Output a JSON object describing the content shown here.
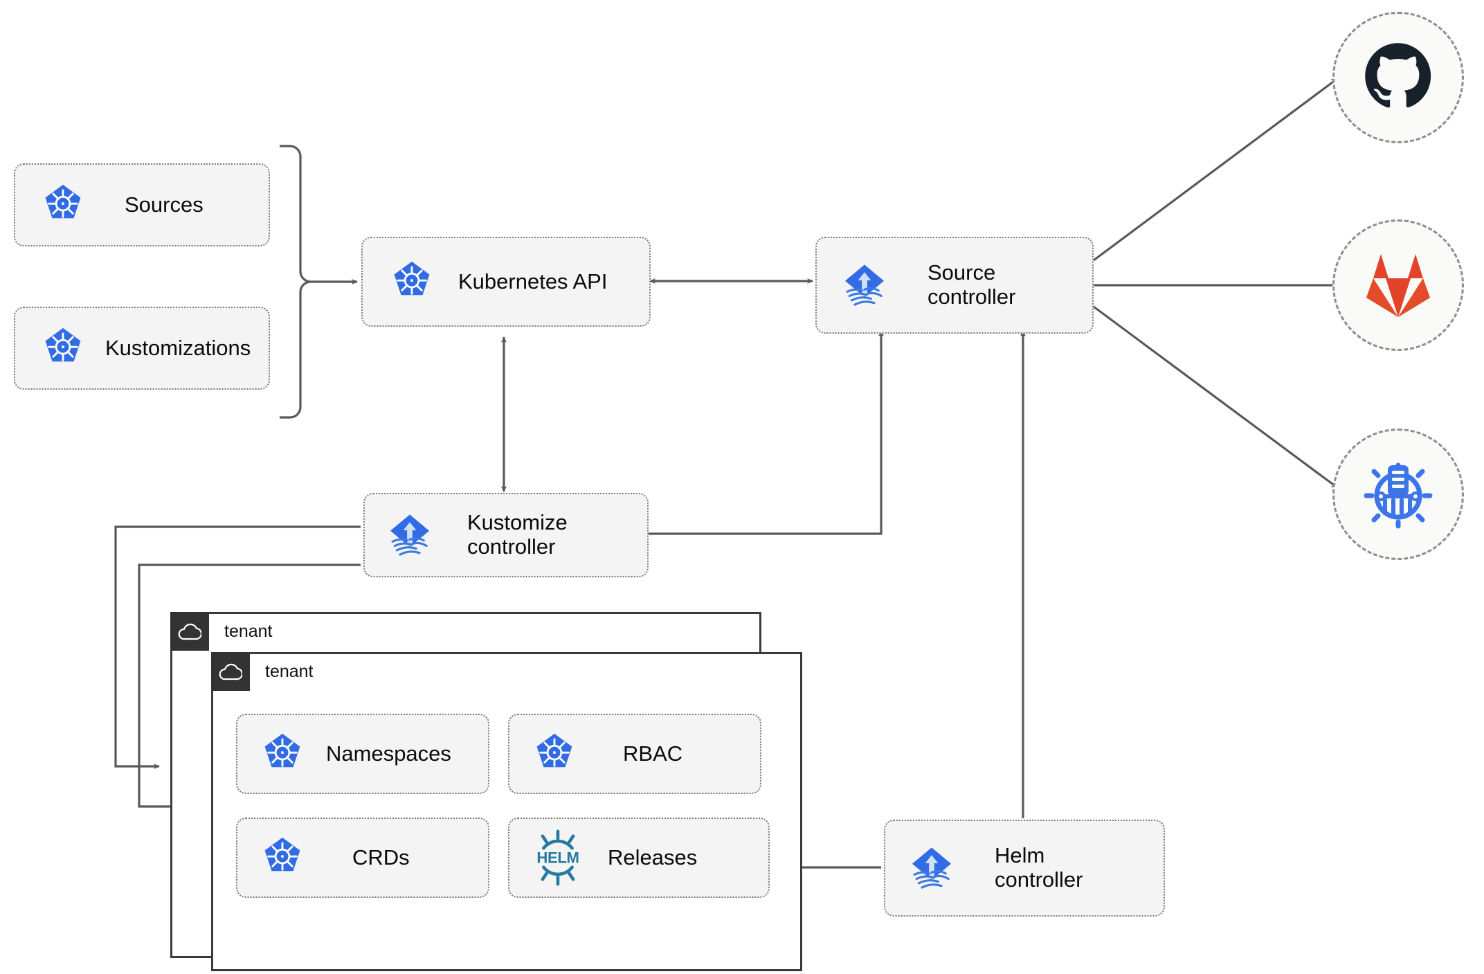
{
  "diagram": {
    "title": "Flux GitOps architecture",
    "colors": {
      "kubernetes_blue": "#326CE5",
      "flux_blue": "#326CE5",
      "helm_teal": "#277A9F",
      "github_navy": "#17212B",
      "gitlab_orange": "#E24329",
      "gitlab_light_orange": "#FCA326",
      "node_fill": "#F4F4F4",
      "node_border": "#7A7A7A",
      "edge": "#595959",
      "tenant_border": "#3B3B3B",
      "tenant_badge": "#333333"
    },
    "nodes": [
      {
        "id": "sources",
        "label": "Sources",
        "icon": "kubernetes-icon"
      },
      {
        "id": "kustomizations",
        "label": "Kustomizations",
        "icon": "kubernetes-icon"
      },
      {
        "id": "kubernetes-api",
        "label": "Kubernetes API",
        "icon": "kubernetes-icon"
      },
      {
        "id": "source-ctrl",
        "label": "Source\ncontroller",
        "icon": "flux-icon"
      },
      {
        "id": "kustomize-ctrl",
        "label": "Kustomize\ncontroller",
        "icon": "flux-icon"
      },
      {
        "id": "helm-ctrl",
        "label": "Helm\ncontroller",
        "icon": "flux-icon"
      },
      {
        "id": "namespaces",
        "label": "Namespaces",
        "icon": "kubernetes-icon"
      },
      {
        "id": "rbac",
        "label": "RBAC",
        "icon": "kubernetes-icon"
      },
      {
        "id": "crds",
        "label": "CRDs",
        "icon": "kubernetes-icon"
      },
      {
        "id": "releases",
        "label": "Releases",
        "icon": "helm-icon"
      }
    ],
    "providers": [
      {
        "id": "github",
        "icon": "github-icon",
        "name": "GitHub"
      },
      {
        "id": "gitlab",
        "icon": "gitlab-icon",
        "name": "GitLab"
      },
      {
        "id": "registry",
        "icon": "helm-repository-icon",
        "name": "Helm repository"
      }
    ],
    "tenants": [
      {
        "id": "tenant-outer",
        "label": "tenant",
        "icon": "cloud-icon"
      },
      {
        "id": "tenant-inner",
        "label": "tenant",
        "icon": "cloud-icon"
      }
    ],
    "edges": [
      {
        "from": "sources",
        "to": "kubernetes-api",
        "arrow": "end"
      },
      {
        "from": "kustomizations",
        "to": "kubernetes-api",
        "arrow": "end"
      },
      {
        "from": "kubernetes-api",
        "to": "source-ctrl",
        "arrow": "both"
      },
      {
        "from": "kubernetes-api",
        "to": "kustomize-ctrl",
        "arrow": "both"
      },
      {
        "from": "kustomize-ctrl",
        "to": "source-ctrl",
        "arrow": "end"
      },
      {
        "from": "helm-ctrl",
        "to": "source-ctrl",
        "arrow": "end"
      },
      {
        "from": "kustomize-ctrl",
        "to": "tenant-outer",
        "arrow": "end"
      },
      {
        "from": "kustomize-ctrl",
        "to": "tenant-inner",
        "arrow": "end"
      },
      {
        "from": "helm-ctrl",
        "to": "releases",
        "arrow": "end"
      },
      {
        "from": "source-ctrl",
        "to": "github",
        "arrow": "end"
      },
      {
        "from": "source-ctrl",
        "to": "gitlab",
        "arrow": "end"
      },
      {
        "from": "source-ctrl",
        "to": "registry",
        "arrow": "end"
      }
    ]
  }
}
